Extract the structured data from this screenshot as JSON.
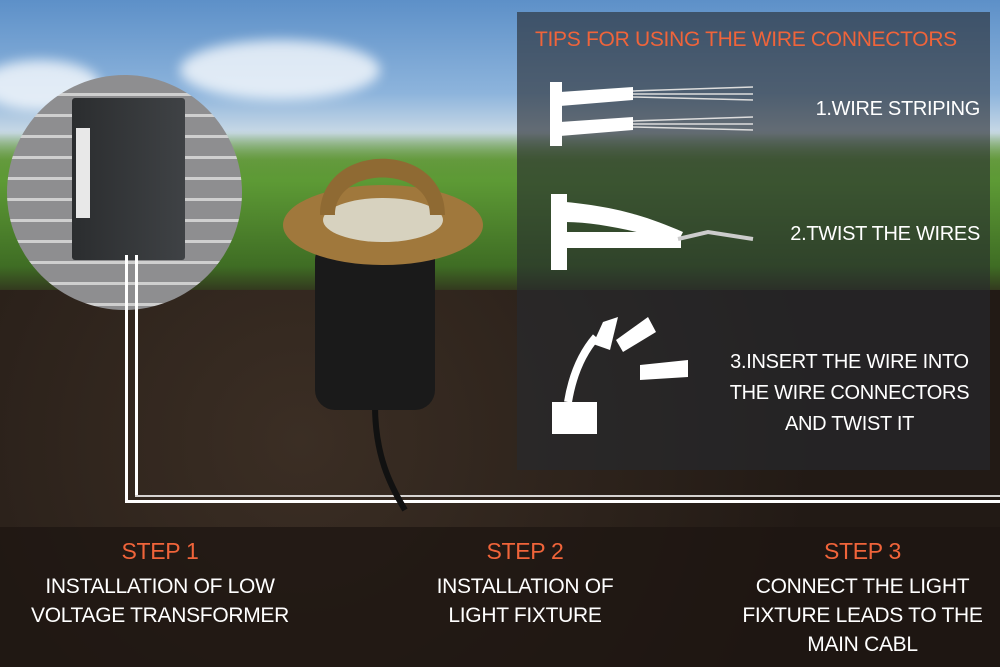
{
  "tips": {
    "title": "TIPS FOR USING THE WIRE CONNECTORS",
    "items": [
      {
        "label": "1.WIRE STRIPING"
      },
      {
        "label": "2.TWIST THE WIRES"
      },
      {
        "label": "3.INSERT THE WIRE INTO THE WIRE CONNECTORS AND TWIST IT"
      }
    ]
  },
  "steps": [
    {
      "heading": "STEP 1",
      "text": "INSTALLATION OF LOW VOLTAGE TRANSFORMER"
    },
    {
      "heading": "STEP 2",
      "text": "INSTALLATION OF LIGHT FIXTURE"
    },
    {
      "heading": "STEP 3",
      "text": "CONNECT THE LIGHT FIXTURE LEADS TO THE MAIN CABL"
    }
  ],
  "colors": {
    "accent": "#f0643a",
    "text": "#ffffff"
  }
}
